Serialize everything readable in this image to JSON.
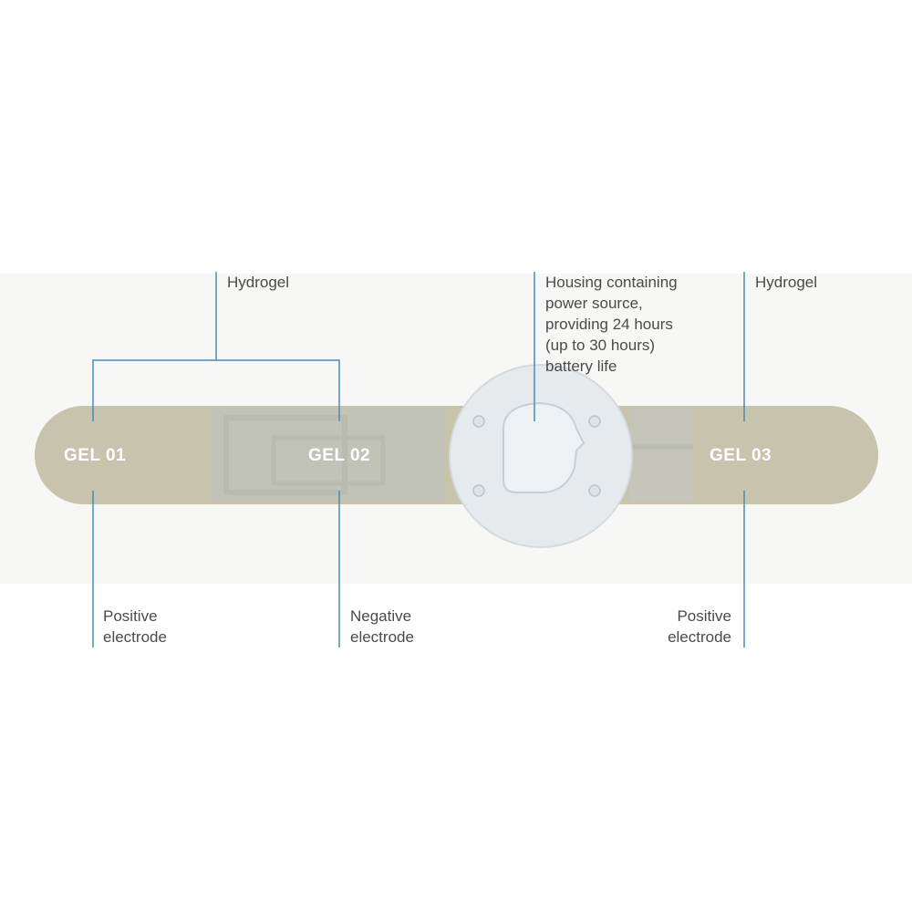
{
  "gels": {
    "gel1": "GEL 01",
    "gel2": "GEL 02",
    "gel3": "GEL 03"
  },
  "callouts": {
    "hydrogel_left": "Hydrogel",
    "housing": "Housing containing\npower source,\nproviding 24 hours\n(up to 30 hours)\nbattery life",
    "hydrogel_right": "Hydrogel",
    "positive_left": "Positive\nelectrode",
    "negative": "Negative\nelectrode",
    "positive_right": "Positive\nelectrode"
  },
  "colors": {
    "strip": "#c7c3ad",
    "line": "#4a8db7",
    "housing": "#e6eaed",
    "text": "#4a4a4a"
  }
}
